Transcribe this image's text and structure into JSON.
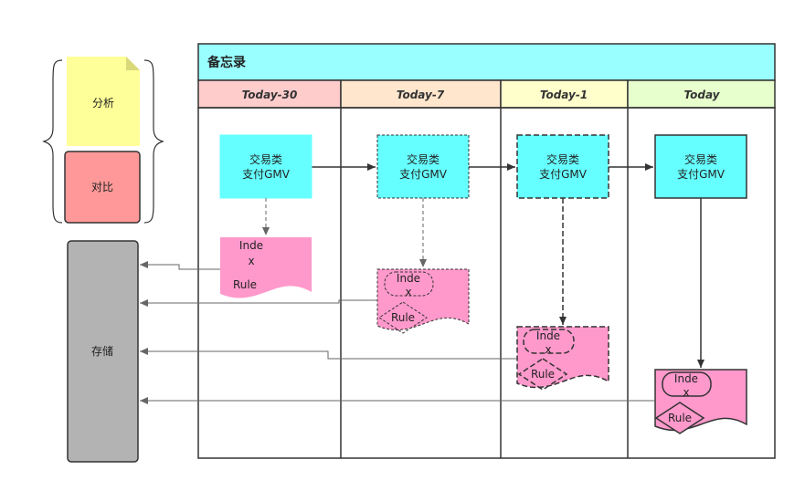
{
  "colors": {
    "title_bar": "#99ffff",
    "lane1": "#ffcccc",
    "lane2": "#ffe6cc",
    "lane3": "#ffffcc",
    "lane4": "#e6ffcc",
    "cyan_box": "#66ffff",
    "pink_doc": "#ff99cc",
    "note_yellow": "#ffff99",
    "compare_red": "#ff9999",
    "storage_gray": "#b3b3b3"
  },
  "legend": {
    "analysis": "分析",
    "compare": "对比"
  },
  "storage": {
    "label": "存储"
  },
  "pool": {
    "title": "备忘录"
  },
  "lanes": [
    {
      "label": "Today-30"
    },
    {
      "label": "Today-7"
    },
    {
      "label": "Today-1"
    },
    {
      "label": "Today"
    }
  ],
  "nodes": [
    {
      "line1": "交易类",
      "line2": "支付GMV"
    },
    {
      "line1": "交易类",
      "line2": "支付GMV"
    },
    {
      "line1": "交易类",
      "line2": "支付GMV"
    },
    {
      "line1": "交易类",
      "line2": "支付GMV"
    }
  ],
  "docs": [
    {
      "index_line1": "Inde",
      "index_line2": "x",
      "rule": "Rule"
    },
    {
      "index_line1": "Inde",
      "index_line2": "x",
      "rule": "Rule"
    },
    {
      "index_line1": "Inde",
      "index_line2": "x",
      "rule": "Rule"
    },
    {
      "index_line1": "Inde",
      "index_line2": "x",
      "rule": "Rule"
    }
  ]
}
